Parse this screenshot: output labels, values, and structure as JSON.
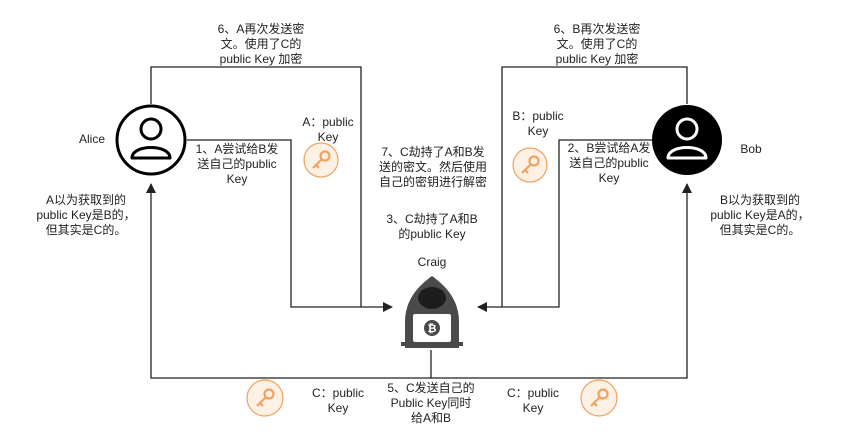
{
  "actors": {
    "alice": {
      "name": "Alice"
    },
    "bob": {
      "name": "Bob"
    },
    "craig": {
      "name": "Craig"
    }
  },
  "steps": {
    "s1": "1、A尝试给B发\n送自己的public\nKey",
    "s2": "2、B尝试给A发\n送自己的public\nKey",
    "s3": "3、C劫持了A和B\n的public Key",
    "s5": "5、C发送自己的\nPublic Key同时\n给A和B",
    "s6a": "6、A再次发送密\n文。使用了C的\npublic Key 加密",
    "s6b": "6、B再次发送密\n文。使用了C的\npublic Key 加密",
    "s7": "7、C劫持了A和B发\n送的密文。然后使用\n自己的密钥进行解密"
  },
  "keys": {
    "a_key": "A：public\nKey",
    "b_key": "B：public\nKey",
    "c_key_left": "C：public\nKey",
    "c_key_right": "C：public\nKey"
  },
  "notes": {
    "alice_belief": "A以为获取到的\npublic Key是B的，\n但其实是C的。",
    "bob_belief": "B以为获取到的\npublic Key是A的，\n但其实是C的。"
  },
  "colors": {
    "line": "#222222",
    "key_orange": "#f0a35e",
    "key_circle_fill": "#fdf1e6",
    "bob_fill": "#000000",
    "craig_fill": "#4a4a4a"
  },
  "icons": {
    "alice": "user-icon",
    "bob": "user-icon",
    "craig": "hacker-icon",
    "key": "key-icon"
  }
}
